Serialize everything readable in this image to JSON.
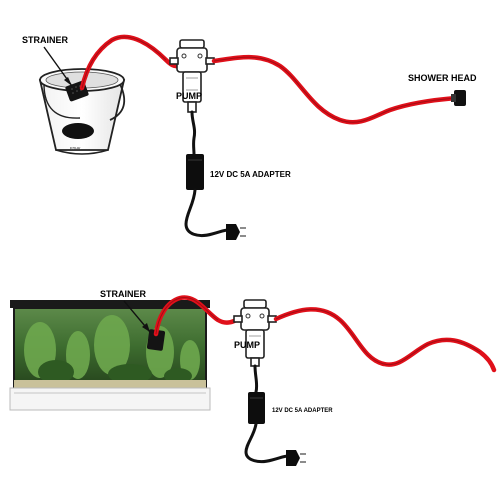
{
  "setups": [
    {
      "strainer_label": "STRAINER",
      "pump_label": "PUMP",
      "adapter_label": "12V DC 5A ADAPTER",
      "outlet_label": "SHOWER HEAD"
    },
    {
      "strainer_label": "STRAINER",
      "pump_label": "PUMP",
      "adapter_label": "12V DC 5A ADAPTER"
    }
  ],
  "colors": {
    "hose": "#e0101a",
    "cord": "#111111",
    "aquarium_water": "#3c6b2e",
    "aquarium_frame": "#1a1a1a"
  }
}
